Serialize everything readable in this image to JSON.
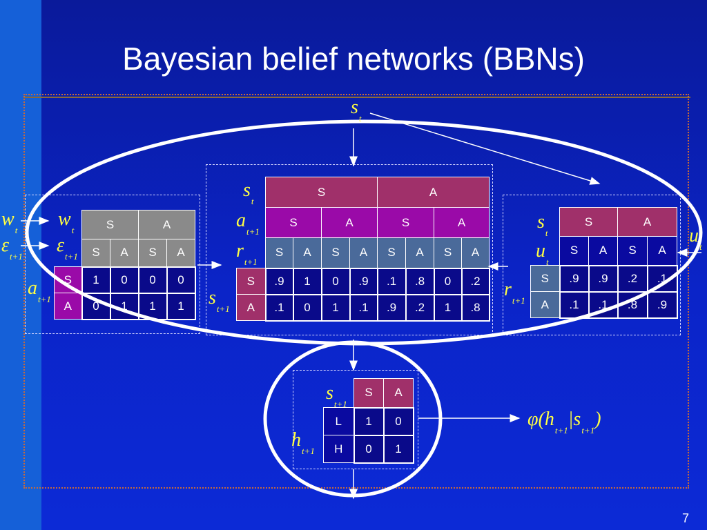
{
  "title": "Bayesian belief networks (BBNs)",
  "page_number": "7",
  "colors": {
    "background": "#0b24c8",
    "side_strip": "#1560d8",
    "math_yellow": "#ffff44",
    "gray_header": "#8a8a8a",
    "magenta_header": "#a0306a",
    "violet_header": "#9a0aa8",
    "steel_header": "#4a6a9a",
    "navy_header": "#0a0aa0",
    "slate_header": "#4a6a9a",
    "cell_bg": "#0a0a8a"
  },
  "labels": {
    "s_t_top": "s",
    "s_t_top_sub": "t",
    "w_t_outside": "w",
    "w_t_outside_sub": "t",
    "eps_outside": "ε",
    "eps_outside_sub": "t+1",
    "w_t": "w",
    "w_t_sub": "t",
    "eps": "ε",
    "eps_sub": "t+1",
    "a_left": "a",
    "a_left_sub": "t+1",
    "s_mid": "s",
    "s_mid_sub": "t",
    "a_mid": "a",
    "a_mid_sub": "t+1",
    "r_mid": "r",
    "r_mid_sub": "t+1",
    "s_mid_row": "s",
    "s_mid_row_sub": "t+1",
    "s_right": "s",
    "s_right_sub": "t",
    "u_right": "u",
    "u_right_sub": "t",
    "r_right": "r",
    "r_right_sub": "t+1",
    "u_outside": "u",
    "u_outside_sub": "t",
    "s_bottom": "s",
    "s_bottom_sub": "t+1",
    "h_bottom": "h",
    "h_bottom_sub": "t+1",
    "phi_formula": "φ(h",
    "phi_h_sub": "t+1",
    "phi_bar": "|s",
    "phi_s_sub": "t+1",
    "phi_close": ")"
  },
  "left_table": {
    "header1": [
      "S",
      "A"
    ],
    "header2": [
      "S",
      "A",
      "S",
      "A"
    ],
    "rows": [
      {
        "label": "S",
        "values": [
          "1",
          "0",
          "0",
          "0"
        ]
      },
      {
        "label": "A",
        "values": [
          "0",
          "1",
          "1",
          "1"
        ]
      }
    ]
  },
  "middle_table": {
    "header1": [
      "S",
      "A"
    ],
    "header2": [
      "S",
      "A",
      "S",
      "A"
    ],
    "header3": [
      "S",
      "A",
      "S",
      "A",
      "S",
      "A",
      "S",
      "A"
    ],
    "rows": [
      {
        "label": "S",
        "values": [
          ".9",
          "1",
          "0",
          ".9",
          ".1",
          ".8",
          "0",
          ".2"
        ]
      },
      {
        "label": "A",
        "values": [
          ".1",
          "0",
          "1",
          ".1",
          ".9",
          ".2",
          "1",
          ".8"
        ]
      }
    ]
  },
  "right_table": {
    "header1": [
      "S",
      "A"
    ],
    "header2": [
      "S",
      "A",
      "S",
      "A"
    ],
    "rows": [
      {
        "label": "S",
        "values": [
          ".9",
          ".9",
          ".2",
          ".1"
        ]
      },
      {
        "label": "A",
        "values": [
          ".1",
          ".1",
          ".8",
          ".9"
        ]
      }
    ]
  },
  "bottom_table": {
    "header": [
      "S",
      "A"
    ],
    "rows": [
      {
        "label": "L",
        "values": [
          "1",
          "0"
        ]
      },
      {
        "label": "H",
        "values": [
          "0",
          "1"
        ]
      }
    ]
  }
}
